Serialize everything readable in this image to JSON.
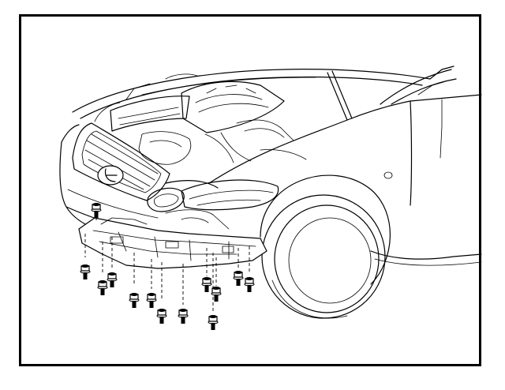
{
  "diagram": {
    "subject": "vehicle-front-engine-under-cover-removal",
    "colors": {
      "line": "#000000",
      "background": "#ffffff"
    },
    "fasteners": [
      {
        "kind": "bolt",
        "id": 1
      },
      {
        "kind": "bolt",
        "id": 2
      },
      {
        "kind": "bolt",
        "id": 3
      },
      {
        "kind": "bolt",
        "id": 4
      },
      {
        "kind": "bolt",
        "id": 5
      },
      {
        "kind": "bolt",
        "id": 6
      },
      {
        "kind": "bolt",
        "id": 7
      },
      {
        "kind": "bolt",
        "id": 8
      },
      {
        "kind": "bolt",
        "id": 9
      },
      {
        "kind": "bolt",
        "id": 10
      },
      {
        "kind": "bolt",
        "id": 11
      },
      {
        "kind": "bolt",
        "id": 12
      },
      {
        "kind": "bolt",
        "id": 13
      },
      {
        "kind": "bolt",
        "id": 14
      }
    ]
  }
}
